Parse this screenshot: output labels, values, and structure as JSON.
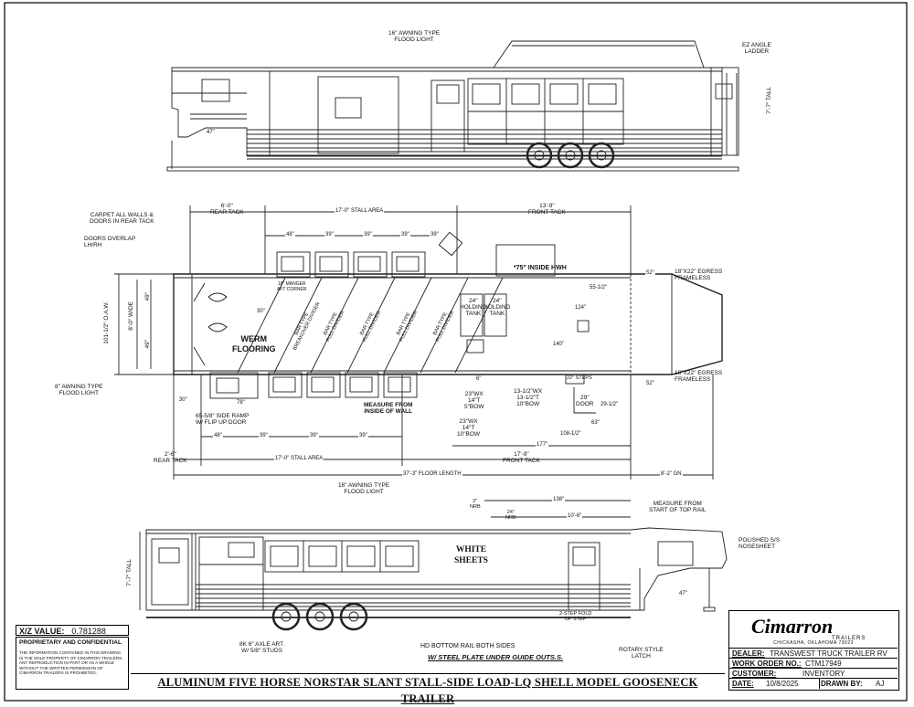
{
  "drawing": {
    "title": "ALUMINUM FIVE HORSE NORSTAR SLANT STALL-SIDE LOAD-LQ SHELL MODEL GOOSENECK TRAILER",
    "xz_label": "X/Z VALUE:",
    "xz_value": "0.781288",
    "proprietary_heading": "PROPRIETARY AND CONFIDENTIAL",
    "proprietary_text": "THE INFORMATION CONTAINED IN THIS DRAWING IS THE SOLE PROPERTY OF CIMARRON TRAILERS. ANY REPRODUCTION IN PART OR AS A WHOLE WITHOUT THE WRITTEN PERMISSION OF CIMARRON TRAILERS IS PROHIBITED."
  },
  "title_block": {
    "logo": "Cimarron",
    "logo_sub": "TRAILERS",
    "address": "CHICKASHA, OKLAHOMA 73023",
    "dealer_label": "DEALER:",
    "dealer_value": "TRANSWEST TRUCK TRAILER RV",
    "work_order_label": "WORK ORDER NO.:",
    "work_order_value": "CTM17949",
    "customer_label": "CUSTOMER:",
    "customer_value": "INVENTORY",
    "date_label": "DATE:",
    "date_value": "10/8/2025",
    "drawn_by_label": "DRAWN BY:",
    "drawn_by_value": "AJ"
  },
  "top_view": {
    "awning_light": "16\" AWNING TYPE\nFLOOD LIGHT",
    "ladder": "EZ ANGLE\nLADDER",
    "tall": "7'-7\" TALL",
    "hitch_height": "47\""
  },
  "floor_plan": {
    "labels": {
      "carpet": "CARPET ALL WALLS &\nDOORS IN REAR TACK",
      "door_overlap": "DOORS OVERLAP\nLH/RH",
      "awning_light": "8\" AWNING TYPE\nFLOOD LIGHT",
      "side_ramp": "65-5/8\" SIDE RAMP\nW/ FLIP UP DOOR",
      "measure": "MEASURE FROM\nINSIDE OF WALL",
      "flooring": "WERM\nFLOORING",
      "hwh": "*75\" INSIDE HWH",
      "egress_top": "18\"X22\" EGRESS\nFRAMELESS",
      "egress_bottom": "18\"X22\" EGRESS\nFRAMELESS",
      "manger": "18\" MANGER\nAFT CORNER",
      "holding_tank_1": "24\"\nHOLDING\nTANK",
      "holding_tank_2": "24\"\nHOLDING\nTANK",
      "steps": "22\" STEPS",
      "door_29": "29\"\nDOOR",
      "window_1": "23\"Wx\n14\"T\n5\"BOW",
      "window_2": "13-1/2\"Wx\n13-1/2\"T\n10\"BOW",
      "window_3": "23\"Wx\n14\"T\n10\"BOW",
      "w78": "78\""
    },
    "dividers": [
      "BAR TYPE\nBREAKOVER DIVIDER",
      "BAR TYPE\nFULL DIVIDER",
      "BAR TYPE\nFULL DIVIDER",
      "BAR TYPE\nFULL DIVIDER",
      "BAR TYPE\nFULL DIVIDER"
    ],
    "top_dims": {
      "rear_tack": "6'-0\"\nREAR TACK",
      "stall_area": "17'-0\" STALL AREA",
      "front_tack": "13'-9\"\nFRONT TACK",
      "w48": "48\"",
      "w39a": "39\"",
      "w39b": "39\"",
      "w39c": "39\"",
      "w39d": "39\""
    },
    "bottom_dims": {
      "rear_tack": "2'-6\"\nREAR TACK",
      "stall_area": "17'-0\" STALL AREA",
      "front_tack": "17'-9\"\nFRONT TACK",
      "floor_length": "37'-3\" FLOOR LENGTH",
      "gn": "8'-2\" GN",
      "w48": "48\"",
      "w39a": "39\"",
      "w39b": "39\"",
      "w39c": "39\"",
      "w177": "177\"",
      "w108": "108-1/2\""
    },
    "side_dims": {
      "oaw": "101-1/2\" O.A.W.",
      "wide": "8'-0\" WIDE",
      "d49a": "49\"",
      "d49b": "49\""
    },
    "misc_dims": [
      "52\"",
      "55-1/2\"",
      "124\"",
      "140\"",
      "52\"",
      "63\"",
      "29-1/2\"",
      "30\"",
      "30\"",
      "6\""
    ]
  },
  "side_view": {
    "awning_light": "16\" AWNING TYPE\nFLOOD LIGHT",
    "measure": "MEASURE FROM\nSTART OF TOP RAIL",
    "nosesheet": "POLISHED S/S\nNOSESHEET",
    "sheets": "WHITE\nSHEETS",
    "bottom_rail": "HD BOTTOM RAIL BOTH SIDES",
    "steel_plate": "W/ STEEL PLATE UNDER GUIDE OUTS.S.",
    "axle": "8K 6\" AXLE ART.\nW/ 5/8\" STUDS",
    "latch": "ROTARY STYLE\nLATCH",
    "step": "2-STEP FOLD\nUP STEP",
    "tall": "7'-7\" TALL",
    "hitch": "47\"",
    "d138": "138\"",
    "d106": "10'-6\"",
    "nrb1": "2\"\nNRB",
    "nrb2": "24\"\nNRB"
  }
}
